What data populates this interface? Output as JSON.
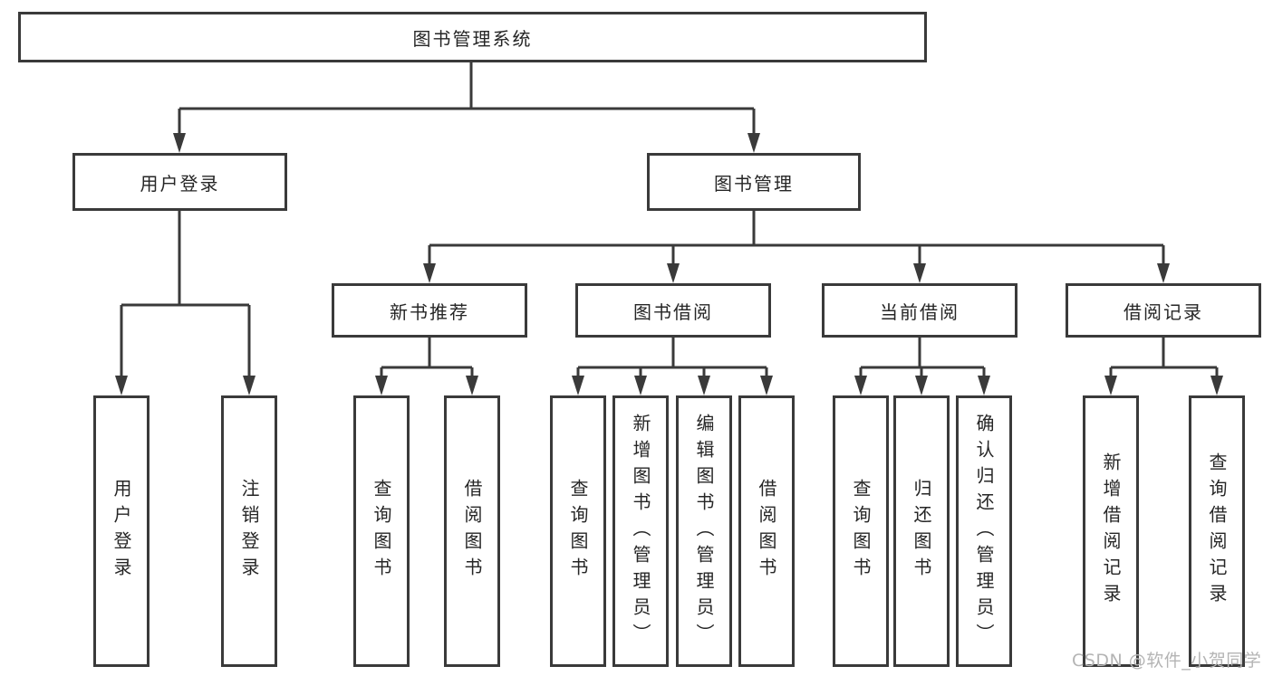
{
  "diagram": {
    "tree": {
      "label": "图书管理系统",
      "children": [
        {
          "label": "用户登录",
          "children": [
            {
              "label": "用户登录"
            },
            {
              "label": "注销登录"
            }
          ]
        },
        {
          "label": "图书管理",
          "children": [
            {
              "label": "新书推荐",
              "children": [
                {
                  "label": "查询图书"
                },
                {
                  "label": "借阅图书"
                }
              ]
            },
            {
              "label": "图书借阅",
              "children": [
                {
                  "label": "查询图书"
                },
                {
                  "label": "新增图书（管理员）"
                },
                {
                  "label": "编辑图书（管理员）"
                },
                {
                  "label": "借阅图书"
                }
              ]
            },
            {
              "label": "当前借阅",
              "children": [
                {
                  "label": "查询图书"
                },
                {
                  "label": "归还图书"
                },
                {
                  "label": "确认归还（管理员）"
                }
              ]
            },
            {
              "label": "借阅记录",
              "children": [
                {
                  "label": "新增借阅记录"
                },
                {
                  "label": "查询借阅记录"
                }
              ]
            }
          ]
        }
      ]
    },
    "colors": {
      "line": "#3a3a3a",
      "box_border": "#3a3a3a",
      "box_fill": "#ffffff",
      "text": "#262626",
      "watermark": "#b4b4b4"
    },
    "watermark": "CSDN @软件_小贺同学"
  }
}
